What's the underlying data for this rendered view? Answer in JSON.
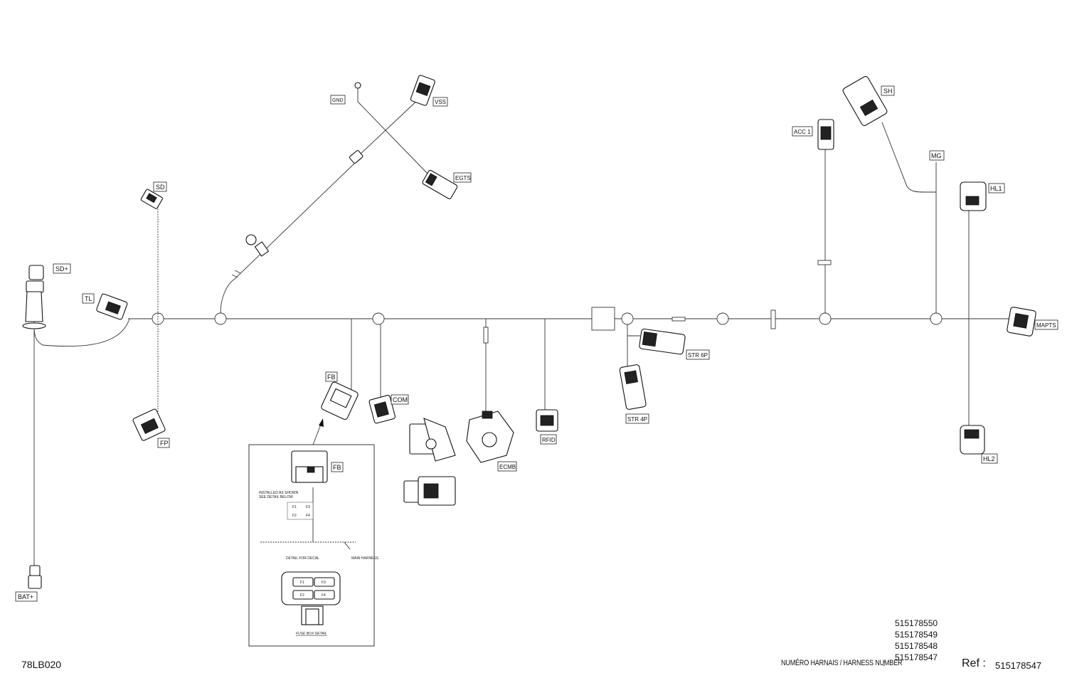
{
  "diagram": {
    "reference_code": "78LB020",
    "connector_labels": {
      "sd_plus": "SD+",
      "tl": "TL",
      "bat_plus": "BAT+",
      "sd": "SD",
      "fp": "FP",
      "gnd": "GND",
      "vss": "VSS",
      "egts": "EGTS",
      "fb": "FB",
      "com": "COM",
      "ecmb": "ECMB",
      "rfid": "RFID",
      "str_6p": "STR 6P",
      "str_4p": "STR 4P",
      "acc1": "ACC 1",
      "sh": "SH",
      "mg": "MG",
      "hl1": "HL1",
      "hl2": "HL2",
      "mapts": "MAPTS"
    },
    "detail": {
      "title": "FB",
      "install_note": "INSTALLED AS SHOWN",
      "install_note_2": "SEE DETAIL BELOW",
      "decal_label": "DETAIL FOR DECAL",
      "main_harness_label": "MAIN HARNESS",
      "fuse_box_label": "FUSE BOX DETAIL",
      "fuses": [
        "F1",
        "F3",
        "F2",
        "F4"
      ]
    },
    "harness_numbers": [
      "515178550",
      "515178549",
      "515178548",
      "515178547"
    ],
    "harness_number_label": "NUMÉRO HARNAIS / HARNESS NUMBER",
    "separator": ":",
    "ref_label": "Ref :",
    "ref_value": "515178547"
  }
}
